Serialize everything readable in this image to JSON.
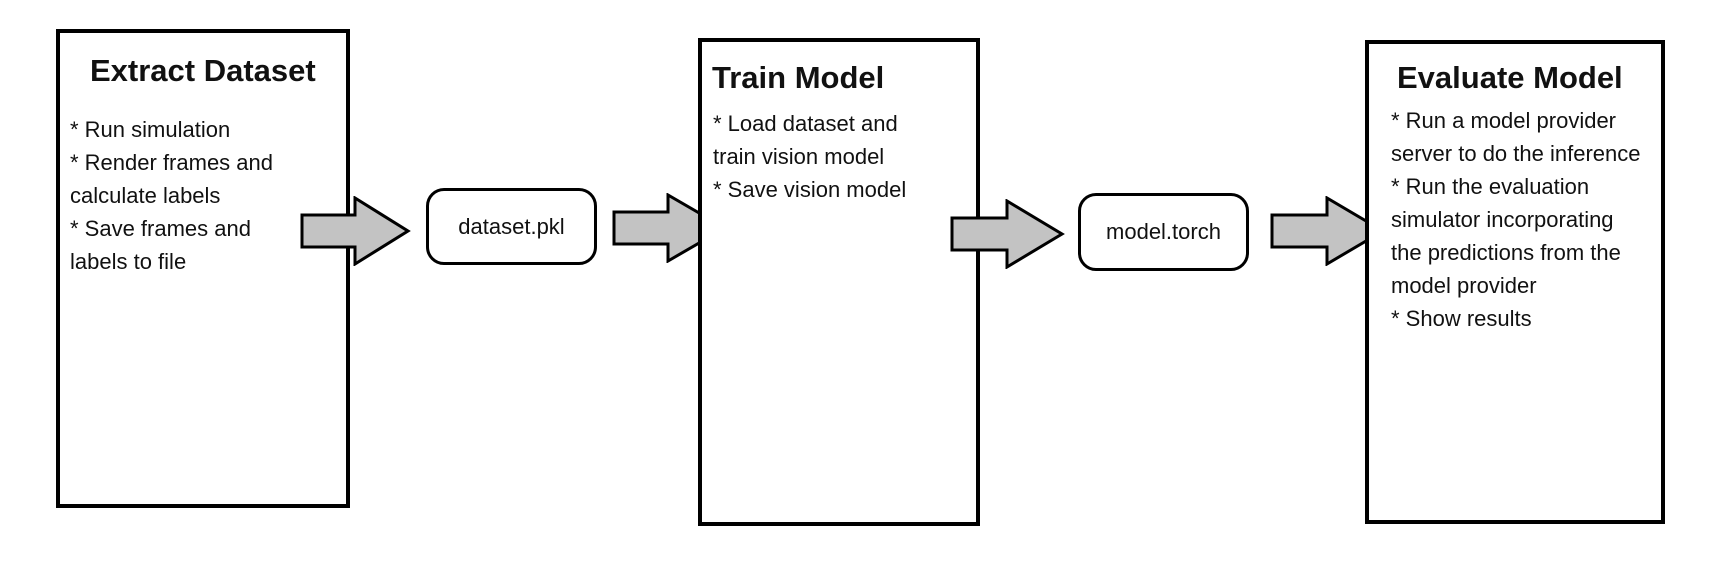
{
  "stages": [
    {
      "title": "Extract Dataset",
      "lines": [
        "* Run simulation",
        "* Render frames and",
        "calculate labels",
        "* Save frames and",
        "labels to file"
      ]
    },
    {
      "title": "Train Model",
      "lines": [
        "* Load dataset and",
        "train vision model",
        "* Save vision model"
      ]
    },
    {
      "title": "Evaluate Model",
      "lines": [
        "* Run a model provider",
        "server to do the inference",
        "* Run the evaluation",
        "simulator incorporating",
        "the predictions from the",
        "model provider",
        "* Show results"
      ]
    }
  ],
  "artifacts": [
    {
      "label": "dataset.pkl"
    },
    {
      "label": "model.torch"
    }
  ],
  "colors": {
    "arrow_fill": "#c3c3c3",
    "stroke": "#000000"
  }
}
